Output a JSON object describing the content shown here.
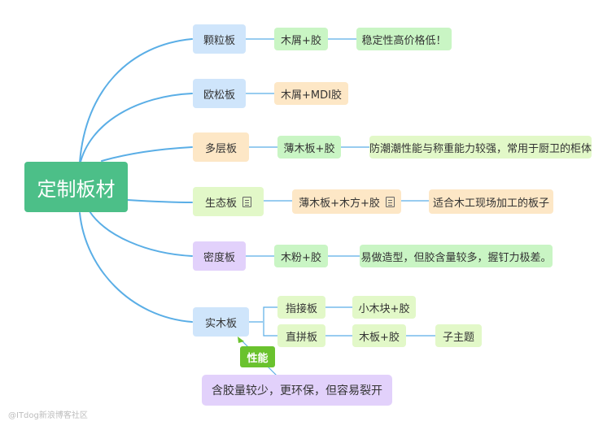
{
  "colors": {
    "link": "#5aaee6",
    "root": "#4cbf88",
    "blue": "#cfe5fb",
    "green": "#c9f5c4",
    "orange": "#fde7c6",
    "yellowgreen": "#e2f8c8",
    "purple": "#e2d1fb",
    "tag": "#6ac22e"
  },
  "root": {
    "label": "定制板材"
  },
  "branches": [
    {
      "label": "颗粒板",
      "children": [
        {
          "label": "木屑+胶",
          "children": [
            {
              "label": "稳定性高价格低！"
            }
          ]
        }
      ]
    },
    {
      "label": "欧松板",
      "children": [
        {
          "label": "木屑+MDI胶"
        }
      ]
    },
    {
      "label": "多层板",
      "children": [
        {
          "label": "薄木板+胶",
          "children": [
            {
              "label": "防潮潮性能与称重能力较强，常用于厨卫的柜体"
            }
          ]
        }
      ]
    },
    {
      "label": "生态板",
      "note_icon": "note-icon",
      "children": [
        {
          "label": "薄木板+木方+胶",
          "note_icon": "note-icon",
          "children": [
            {
              "label": "适合木工现场加工的板子"
            }
          ]
        }
      ]
    },
    {
      "label": "密度板",
      "children": [
        {
          "label": "木粉+胶",
          "children": [
            {
              "label": "易做造型，但胶含量较多，握钉力极差。"
            }
          ]
        }
      ]
    },
    {
      "label": "实木板",
      "children": [
        {
          "label": "指接板",
          "children": [
            {
              "label": "小木块+胶"
            }
          ]
        },
        {
          "label": "直拼板",
          "children": [
            {
              "label": "木板+胶",
              "children": [
                {
                  "label": "子主题"
                }
              ]
            }
          ]
        }
      ]
    }
  ],
  "callout": {
    "tag": "性能",
    "text": "含胶量较少，更环保，但容易裂开"
  },
  "watermark": "@ITdog新浪博客社区"
}
